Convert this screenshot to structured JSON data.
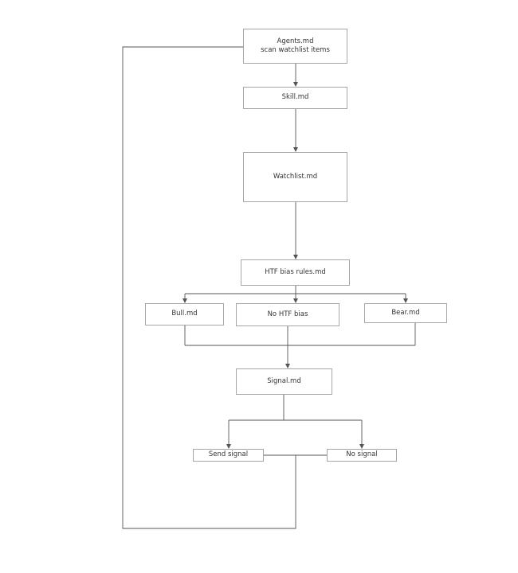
{
  "nodes": {
    "agents": {
      "line1": "Agents.md",
      "line2": "scan watchlist items"
    },
    "skill": {
      "label": "Skill.md"
    },
    "watchlist": {
      "label": "Watchlist.md"
    },
    "htf": {
      "label": "HTF bias rules.md"
    },
    "bull": {
      "label": "Bull.md"
    },
    "nohtf": {
      "label": "No HTF bias"
    },
    "bear": {
      "label": "Bear.md"
    },
    "signal": {
      "label": "Signal.md"
    },
    "send": {
      "label": "Send signal"
    },
    "nosignal": {
      "label": "No signal"
    }
  },
  "colors": {
    "line": "#555555",
    "border": "#a6a6a6",
    "text": "#333333"
  }
}
